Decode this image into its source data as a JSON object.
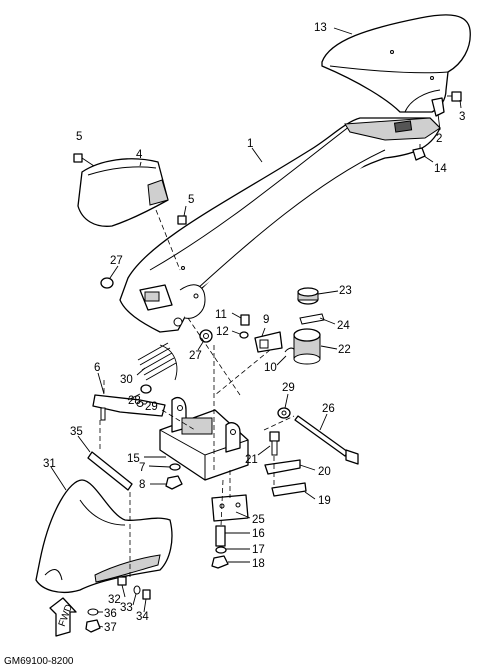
{
  "diagram": {
    "code": "GM69100-8200",
    "fwd_label": "FWD",
    "callouts": [
      "1",
      "2",
      "3",
      "4",
      "5",
      "5",
      "6",
      "7",
      "8",
      "9",
      "10",
      "11",
      "12",
      "13",
      "14",
      "15",
      "16",
      "17",
      "18",
      "19",
      "20",
      "21",
      "22",
      "23",
      "24",
      "25",
      "26",
      "27",
      "27",
      "28",
      "29",
      "29",
      "30",
      "31",
      "32",
      "33",
      "34",
      "35",
      "36",
      "37"
    ]
  }
}
